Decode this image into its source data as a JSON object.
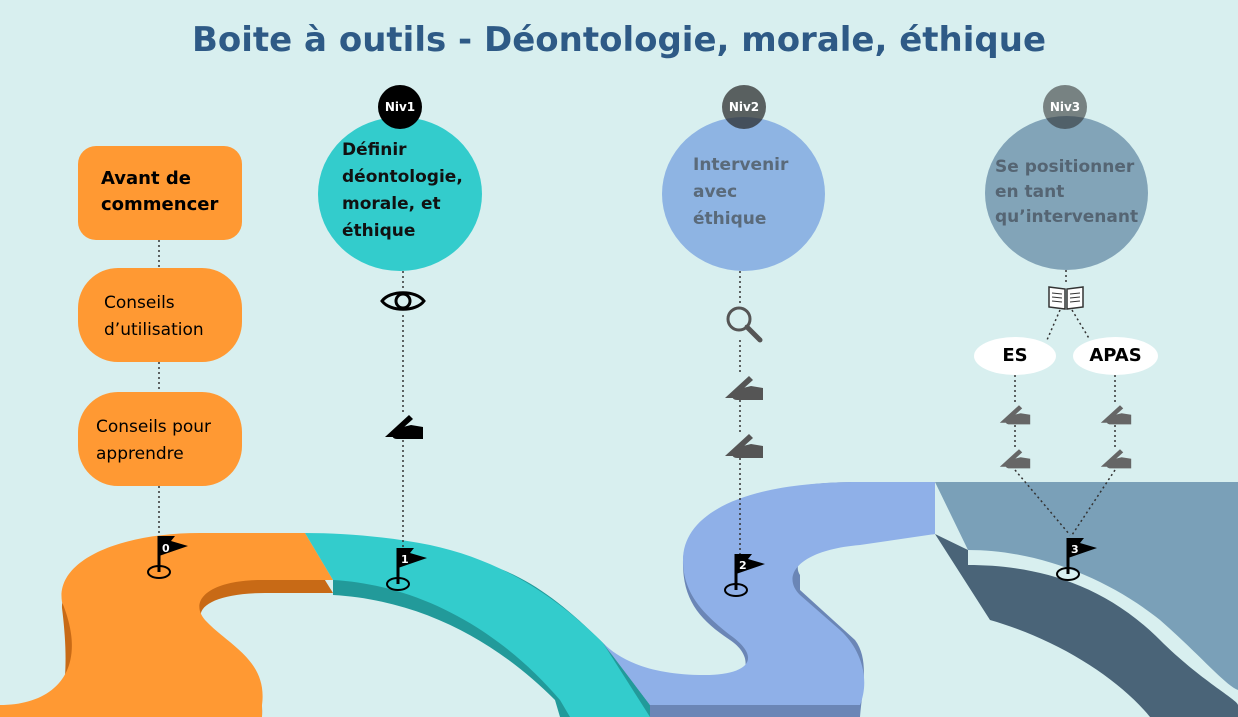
{
  "title": "Boite à outils - Déontologie, morale, éthique",
  "start": {
    "avant": [
      "Avant de",
      "commencer"
    ],
    "conseils_utilisation": [
      "Conseils",
      "d’utilisation"
    ],
    "conseils_apprendre": [
      "Conseils pour",
      "apprendre"
    ]
  },
  "levels": [
    {
      "badge": "Niv1",
      "lines": [
        "Définir",
        "déontologie,",
        "morale, et",
        "éthique"
      ],
      "flag": "1"
    },
    {
      "badge": "Niv2",
      "lines": [
        "Intervenir",
        "avec",
        "éthique"
      ],
      "flag": "2"
    },
    {
      "badge": "Niv3",
      "lines": [
        "Se positionner",
        "en tant",
        "qu’intervenant"
      ],
      "flag": "3"
    }
  ],
  "start_flag": "0",
  "branches": {
    "es": "ES",
    "apas": "APAS"
  },
  "icons": [
    "eye-icon",
    "writing-hand-icon",
    "magnifier-icon",
    "book-icon",
    "flag-icon"
  ],
  "colors": {
    "orange": "#ff9933",
    "teal": "#33cccc",
    "blue": "#8eb4e3",
    "slate": "#7aa0b8",
    "title": "#2e5a86"
  }
}
